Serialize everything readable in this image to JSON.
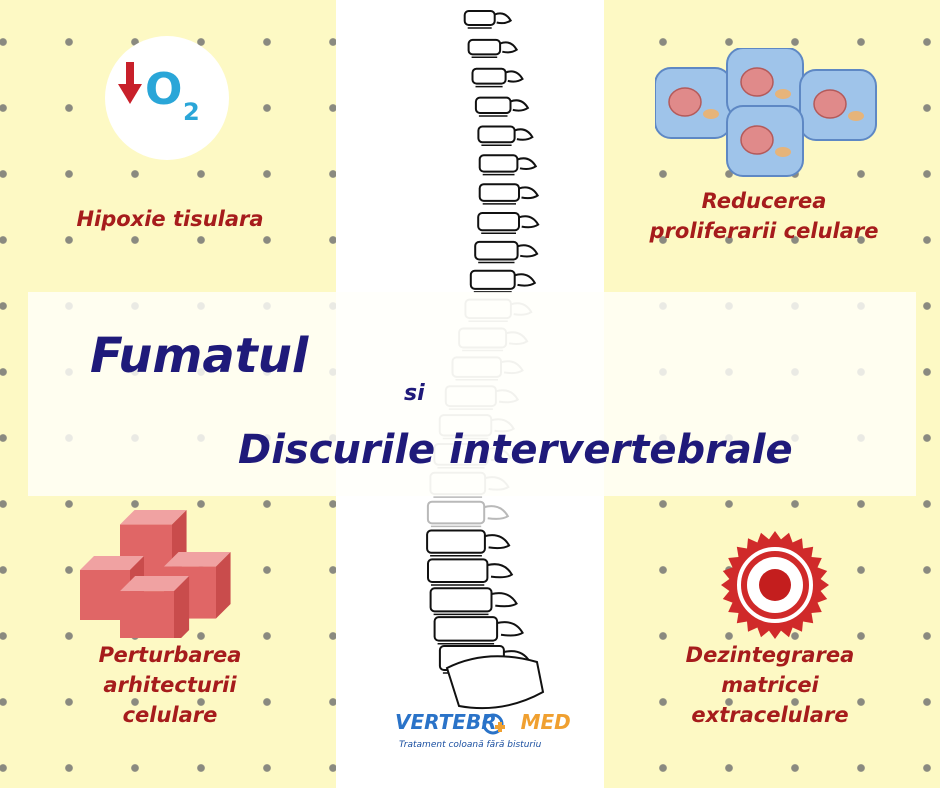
{
  "title": {
    "line1": "Fumatul",
    "conj": "si",
    "line2": "Discurile intervertebrale"
  },
  "labels": {
    "hypoxia": "Hipoxie tisulara",
    "reduction": [
      "Reducerea",
      "proliferarii celulare"
    ],
    "disruption": [
      "Perturbarea",
      "arhitecturii",
      "celulare"
    ],
    "disintegration": [
      "Dezintegrarea",
      "matricei",
      "extracelulare"
    ]
  },
  "icons": {
    "o2": {
      "name": "oxygen-decrease-icon",
      "symbol": "O",
      "subscript": "2"
    },
    "cells": "cells-icon",
    "cubes": "cubes-icon",
    "gear": "matrix-gear-icon",
    "spine": "spine-illustration"
  },
  "logo": {
    "brand_a": "VERTEBR",
    "brand_b": "MED",
    "tagline": "Tratament coloană fără bisturiu"
  },
  "colors": {
    "background": "#fdf9c4",
    "label_red": "#a61c1c",
    "title_navy": "#1f1a7a",
    "o2_blue": "#2aa6d8",
    "arrow_red": "#c8202a"
  }
}
